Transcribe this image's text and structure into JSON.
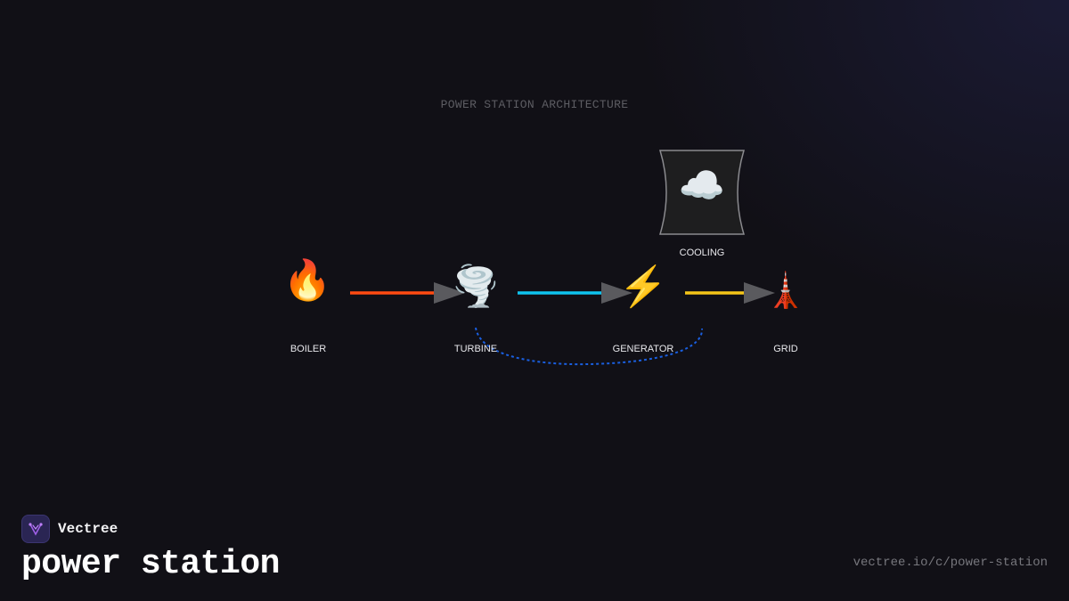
{
  "diagram": {
    "title": "POWER STATION ARCHITECTURE",
    "nodes": [
      {
        "id": "boiler",
        "label": "BOILER",
        "icon": "fire-icon",
        "glyph": "🔥"
      },
      {
        "id": "turbine",
        "label": "TURBINE",
        "icon": "tornado-icon",
        "glyph": "🌪️"
      },
      {
        "id": "generator",
        "label": "GENERATOR",
        "icon": "lightning-icon",
        "glyph": "⚡"
      },
      {
        "id": "grid",
        "label": "GRID",
        "icon": "tower-icon",
        "glyph": "🗼"
      },
      {
        "id": "cooling",
        "label": "COOLING",
        "icon": "cloud-icon",
        "glyph": "☁️"
      }
    ],
    "edges": [
      {
        "from": "boiler",
        "to": "turbine",
        "color": "#ff4b12",
        "style": "solid"
      },
      {
        "from": "turbine",
        "to": "generator",
        "color": "#0fc4ef",
        "style": "solid"
      },
      {
        "from": "generator",
        "to": "grid",
        "color": "#f5c518",
        "style": "solid"
      },
      {
        "from": "turbine",
        "to": "cooling",
        "color": "#1a5fe0",
        "style": "dotted"
      }
    ],
    "colors": {
      "arrowhead": "#5a5a5e",
      "cooling_box": "#1e1e1f",
      "cooling_border": "#8a8a8e"
    }
  },
  "brand": {
    "name": "Vectree",
    "logo_icon": "vectree-logo-icon"
  },
  "page": {
    "heading": "power station",
    "url": "vectree.io/c/power-station"
  }
}
